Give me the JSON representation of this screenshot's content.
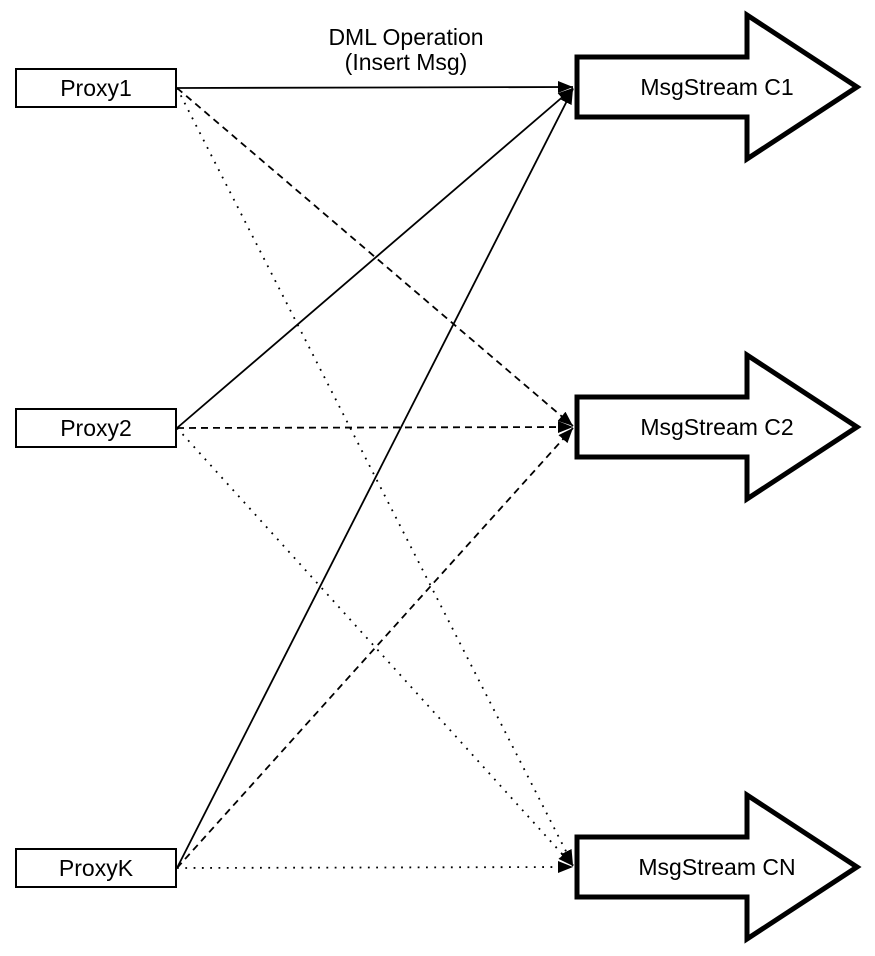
{
  "diagram": {
    "annotation": {
      "line1": "DML Operation",
      "line2": "(Insert Msg)"
    },
    "proxies": [
      {
        "id": "proxy1",
        "label": "Proxy1"
      },
      {
        "id": "proxy2",
        "label": "Proxy2"
      },
      {
        "id": "proxyk",
        "label": "ProxyK"
      }
    ],
    "streams": [
      {
        "id": "c1",
        "label": "MsgStream C1",
        "incoming_line_style": "solid"
      },
      {
        "id": "c2",
        "label": "MsgStream C2",
        "incoming_line_style": "dashed"
      },
      {
        "id": "cn",
        "label": "MsgStream CN",
        "incoming_line_style": "dotted"
      }
    ],
    "edges": [
      {
        "from": "Proxy1",
        "to": "MsgStream C1",
        "style": "solid"
      },
      {
        "from": "Proxy2",
        "to": "MsgStream C1",
        "style": "solid"
      },
      {
        "from": "ProxyK",
        "to": "MsgStream C1",
        "style": "solid"
      },
      {
        "from": "Proxy1",
        "to": "MsgStream C2",
        "style": "dashed"
      },
      {
        "from": "Proxy2",
        "to": "MsgStream C2",
        "style": "dashed"
      },
      {
        "from": "ProxyK",
        "to": "MsgStream C2",
        "style": "dashed"
      },
      {
        "from": "Proxy1",
        "to": "MsgStream CN",
        "style": "dotted"
      },
      {
        "from": "Proxy2",
        "to": "MsgStream CN",
        "style": "dotted"
      },
      {
        "from": "ProxyK",
        "to": "MsgStream CN",
        "style": "dotted"
      }
    ],
    "colors": {
      "stroke": "#000000",
      "fill": "#ffffff",
      "background": "#ffffff"
    }
  }
}
